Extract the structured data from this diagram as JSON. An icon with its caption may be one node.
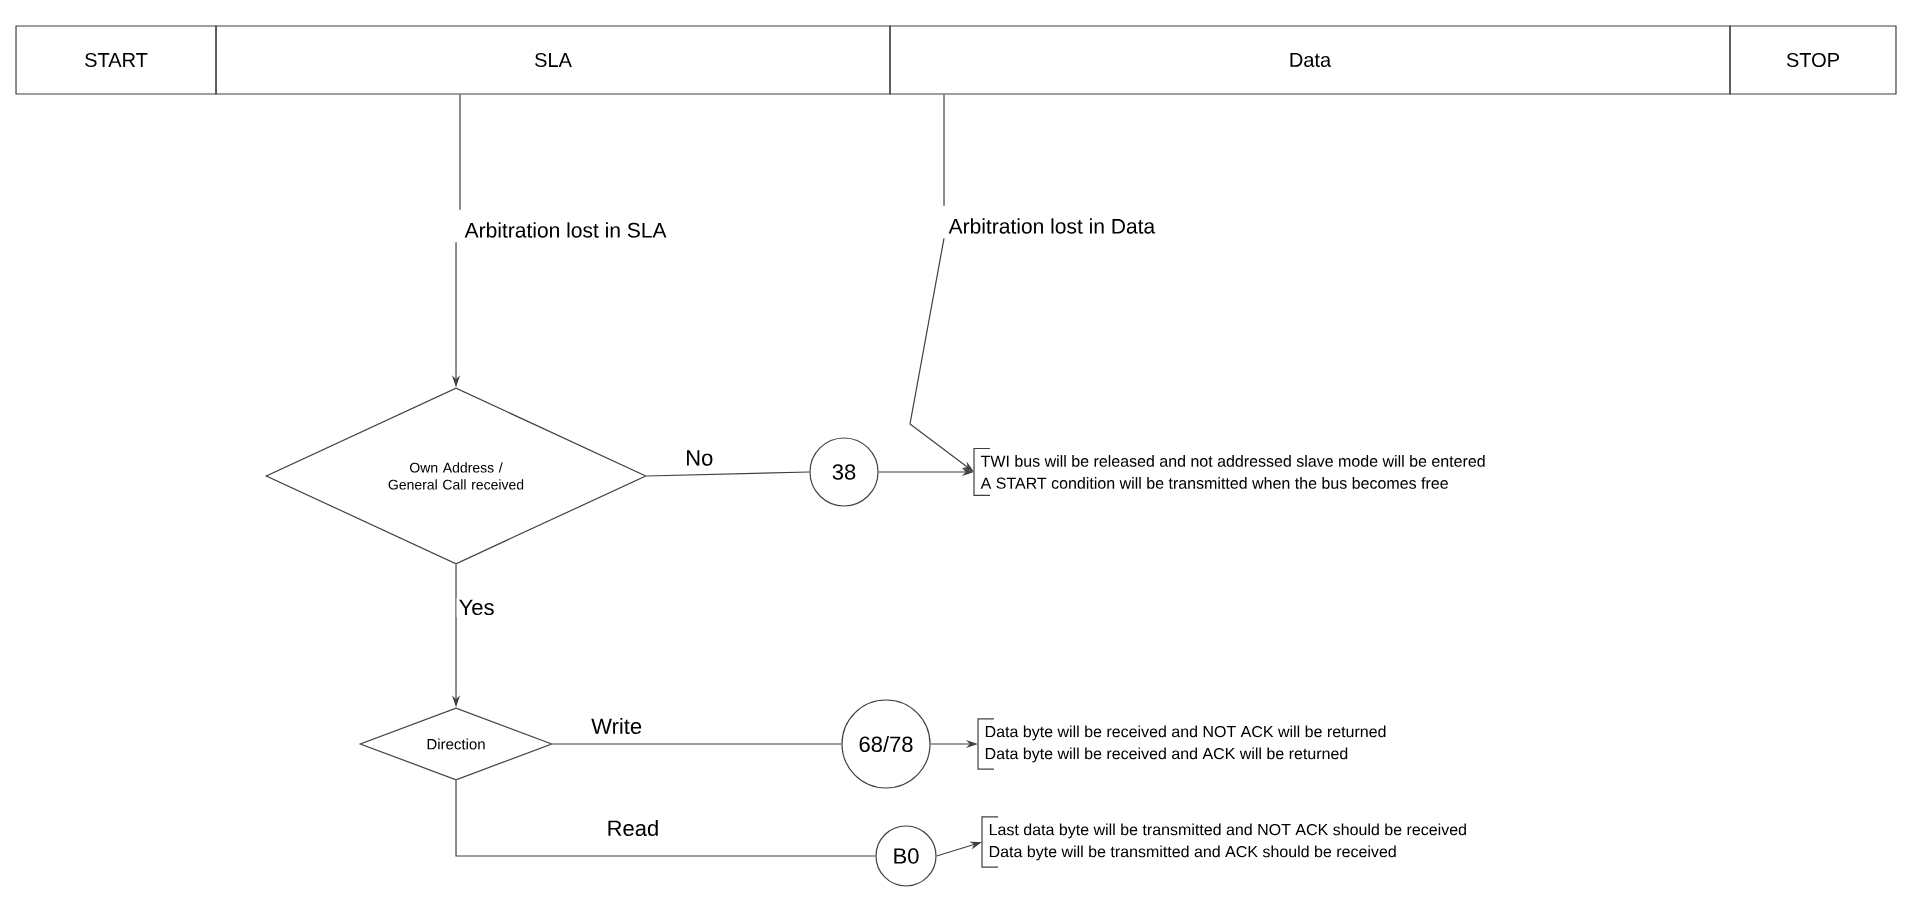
{
  "diagram": {
    "nodes": [
      {
        "text": [
          "START"
        ]
      },
      {
        "text": [
          "SLA"
        ]
      },
      {
        "text": [
          "Data"
        ]
      },
      {
        "text": [
          "STOP"
        ]
      },
      {
        "text": [
          "Arbitration lost in SLA"
        ]
      },
      {
        "text": [
          "Arbitration lost in Data"
        ]
      },
      {
        "text": [
          "Own Address / General Call received"
        ]
      },
      {
        "text": [
          "38"
        ]
      },
      {
        "text": [
          "TWI bus will be released and not addressed slave mode will be entered",
          "A START condition will be transmitted when the bus becomes free"
        ]
      },
      {
        "text": [
          "Direction"
        ]
      },
      {
        "text": [
          "68/78"
        ]
      },
      {
        "text": [
          "Data byte will be received and NOT ACK will be returned",
          "Data byte will be received and ACK will be returned"
        ]
      },
      {
        "text": [
          "B0"
        ]
      },
      {
        "text": [
          "Last data byte will be transmitted and NOT ACK should be received",
          "Data byte will be transmitted and ACK should be received"
        ]
      }
    ],
    "edges": [
      {
        "from": 1,
        "to": 4,
        "arrow": "none"
      },
      {
        "from": 2,
        "to": 5,
        "arrow": "none"
      },
      {
        "from": 4,
        "to": 6,
        "arrow": "to"
      },
      {
        "from": 6,
        "to": 7,
        "arrow": "none",
        "label": "No"
      },
      {
        "from": 7,
        "to": 8,
        "arrow": "to"
      },
      {
        "from": 5,
        "to": 8,
        "arrow": "to"
      },
      {
        "from": 6,
        "to": 9,
        "arrow": "to",
        "label": "Yes"
      },
      {
        "from": 9,
        "to": 10,
        "arrow": "none",
        "label": "Write"
      },
      {
        "from": 10,
        "to": 11,
        "arrow": "to"
      },
      {
        "from": 9,
        "to": 12,
        "arrow": "none",
        "label": "Read"
      },
      {
        "from": 12,
        "to": 13,
        "arrow": "to"
      }
    ]
  }
}
